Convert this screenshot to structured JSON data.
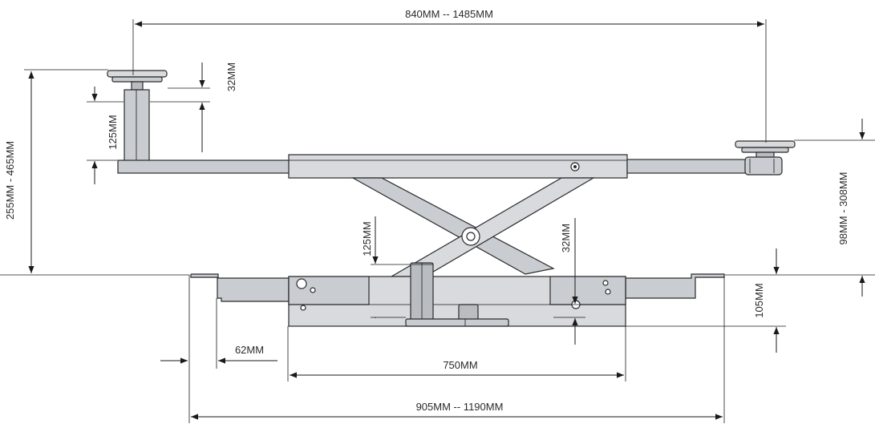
{
  "dimensions": {
    "top_arm_span": "840MM -- 1485MM",
    "left_pad_thread": "32MM",
    "left_pad_height": "125MM",
    "overall_height": "255MM - 465MM",
    "scissor_height": "125MM",
    "center_offset": "32MM",
    "right_height": "98MM - 308MM",
    "base_height": "105MM",
    "foot_width": "62MM",
    "base_length": "750MM",
    "bottom_span": "905MM -- 1190MM"
  },
  "colors": {
    "part_fill": "#c9ccd0",
    "line": "#1a1a1a"
  }
}
